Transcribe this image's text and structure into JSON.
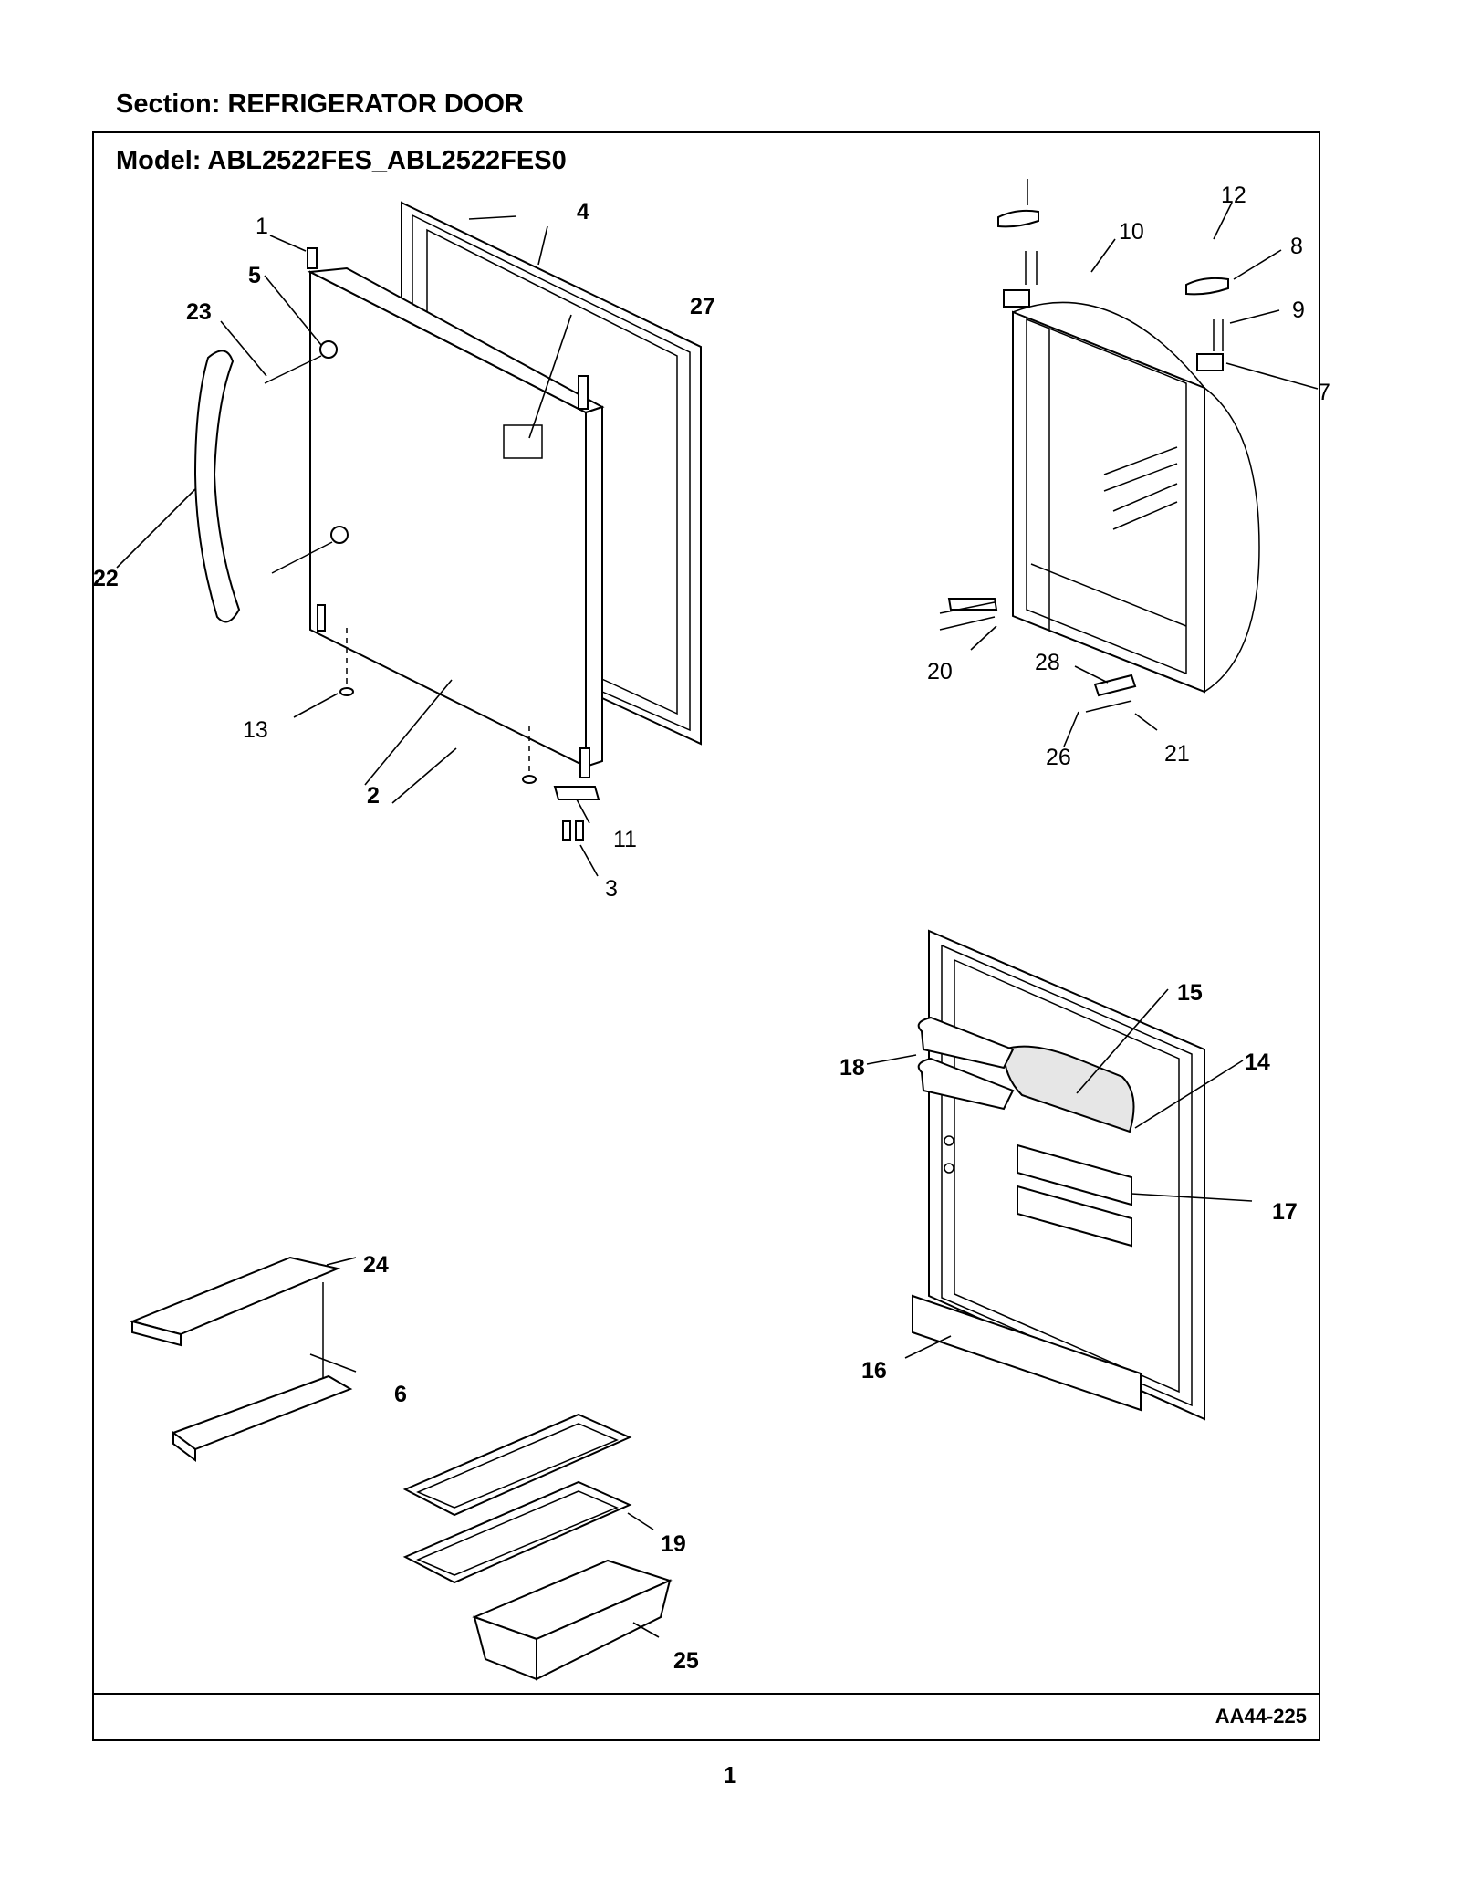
{
  "header": {
    "section_title": "Section:  REFRIGERATOR DOOR",
    "model_title": "Model:  ABL2522FES_ABL2522FES0"
  },
  "footer": {
    "drawing_code": "AA44-225",
    "page_number": "1"
  },
  "callouts": [
    "1",
    "2",
    "3",
    "4",
    "5",
    "6",
    "7",
    "8",
    "9",
    "10",
    "11",
    "12",
    "13",
    "14",
    "15",
    "16",
    "17",
    "18",
    "19",
    "20",
    "21",
    "22",
    "23",
    "24",
    "25",
    "26",
    "27",
    "28"
  ]
}
